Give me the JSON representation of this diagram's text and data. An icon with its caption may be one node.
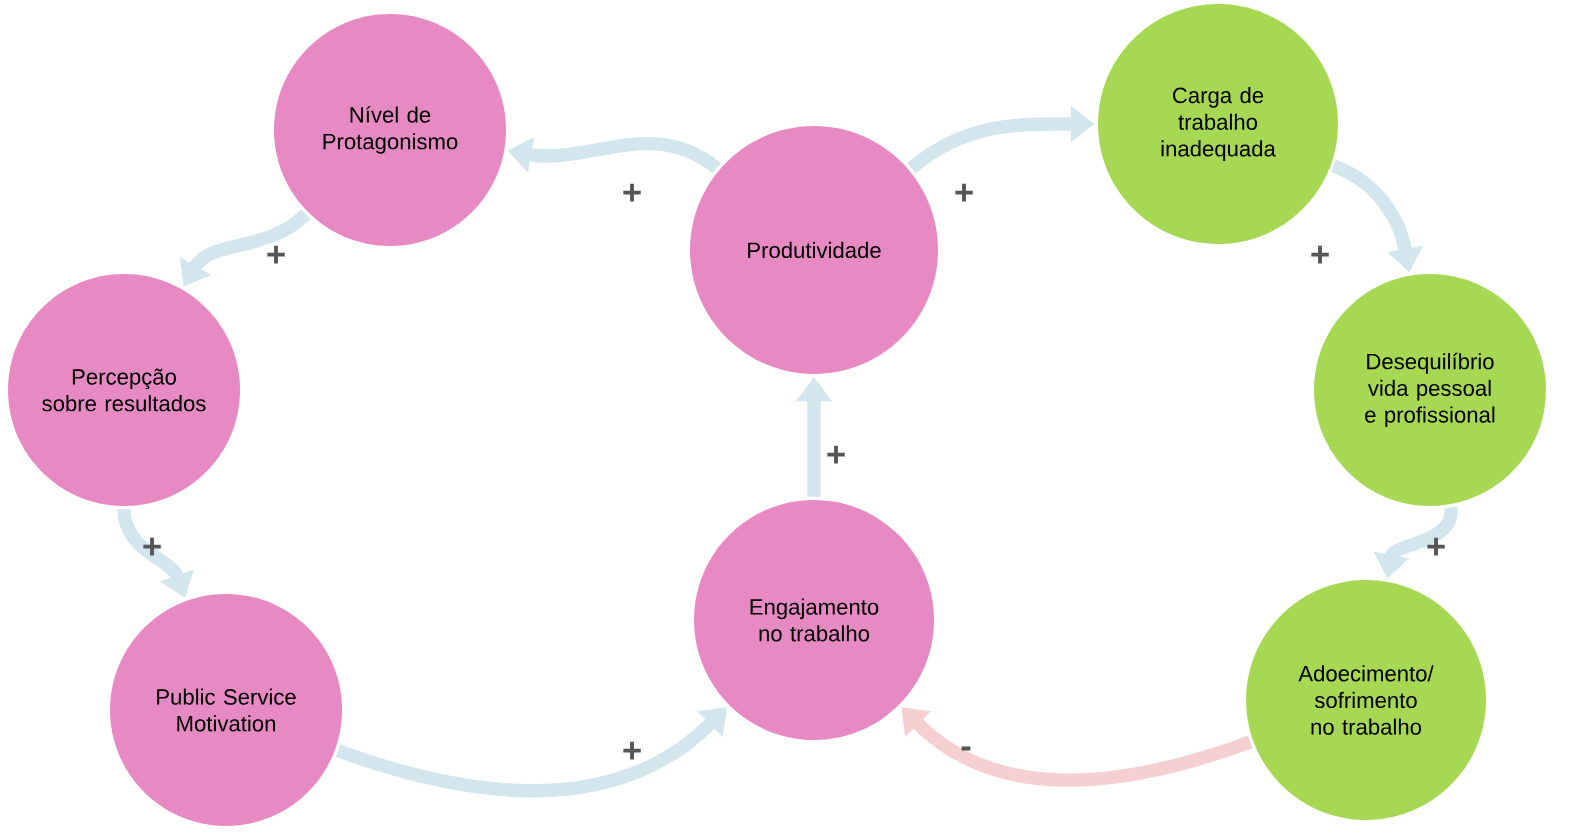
{
  "diagram": {
    "nodes": [
      {
        "text": [
          "Nível de Protagonismo"
        ]
      },
      {
        "text": [
          "Produtividade"
        ]
      },
      {
        "text": [
          "Carga de trabalho inadequada"
        ]
      },
      {
        "text": [
          "Percepção sobre resultados"
        ]
      },
      {
        "text": [
          "Desequilíbrio vida pessoal e profissional"
        ]
      },
      {
        "text": [
          "Engajamento no trabalho"
        ]
      },
      {
        "text": [
          "Public Service Motivation"
        ]
      },
      {
        "text": [
          "Adoecimento/ sofrimento no trabalho"
        ]
      }
    ],
    "edges": [
      {
        "from": 1,
        "to": 0,
        "arrow": "to",
        "label": "+"
      },
      {
        "from": 0,
        "to": 3,
        "arrow": "to",
        "label": "+"
      },
      {
        "from": 3,
        "to": 6,
        "arrow": "to",
        "label": "+"
      },
      {
        "from": 6,
        "to": 5,
        "arrow": "to",
        "label": "+"
      },
      {
        "from": 5,
        "to": 1,
        "arrow": "to",
        "label": "+"
      },
      {
        "from": 1,
        "to": 2,
        "arrow": "to",
        "label": "+"
      },
      {
        "from": 2,
        "to": 4,
        "arrow": "to",
        "label": "+"
      },
      {
        "from": 4,
        "to": 7,
        "arrow": "to",
        "label": "+"
      },
      {
        "from": 7,
        "to": 5,
        "arrow": "to",
        "label": "-",
        "color": "#f6d0d0"
      }
    ]
  }
}
